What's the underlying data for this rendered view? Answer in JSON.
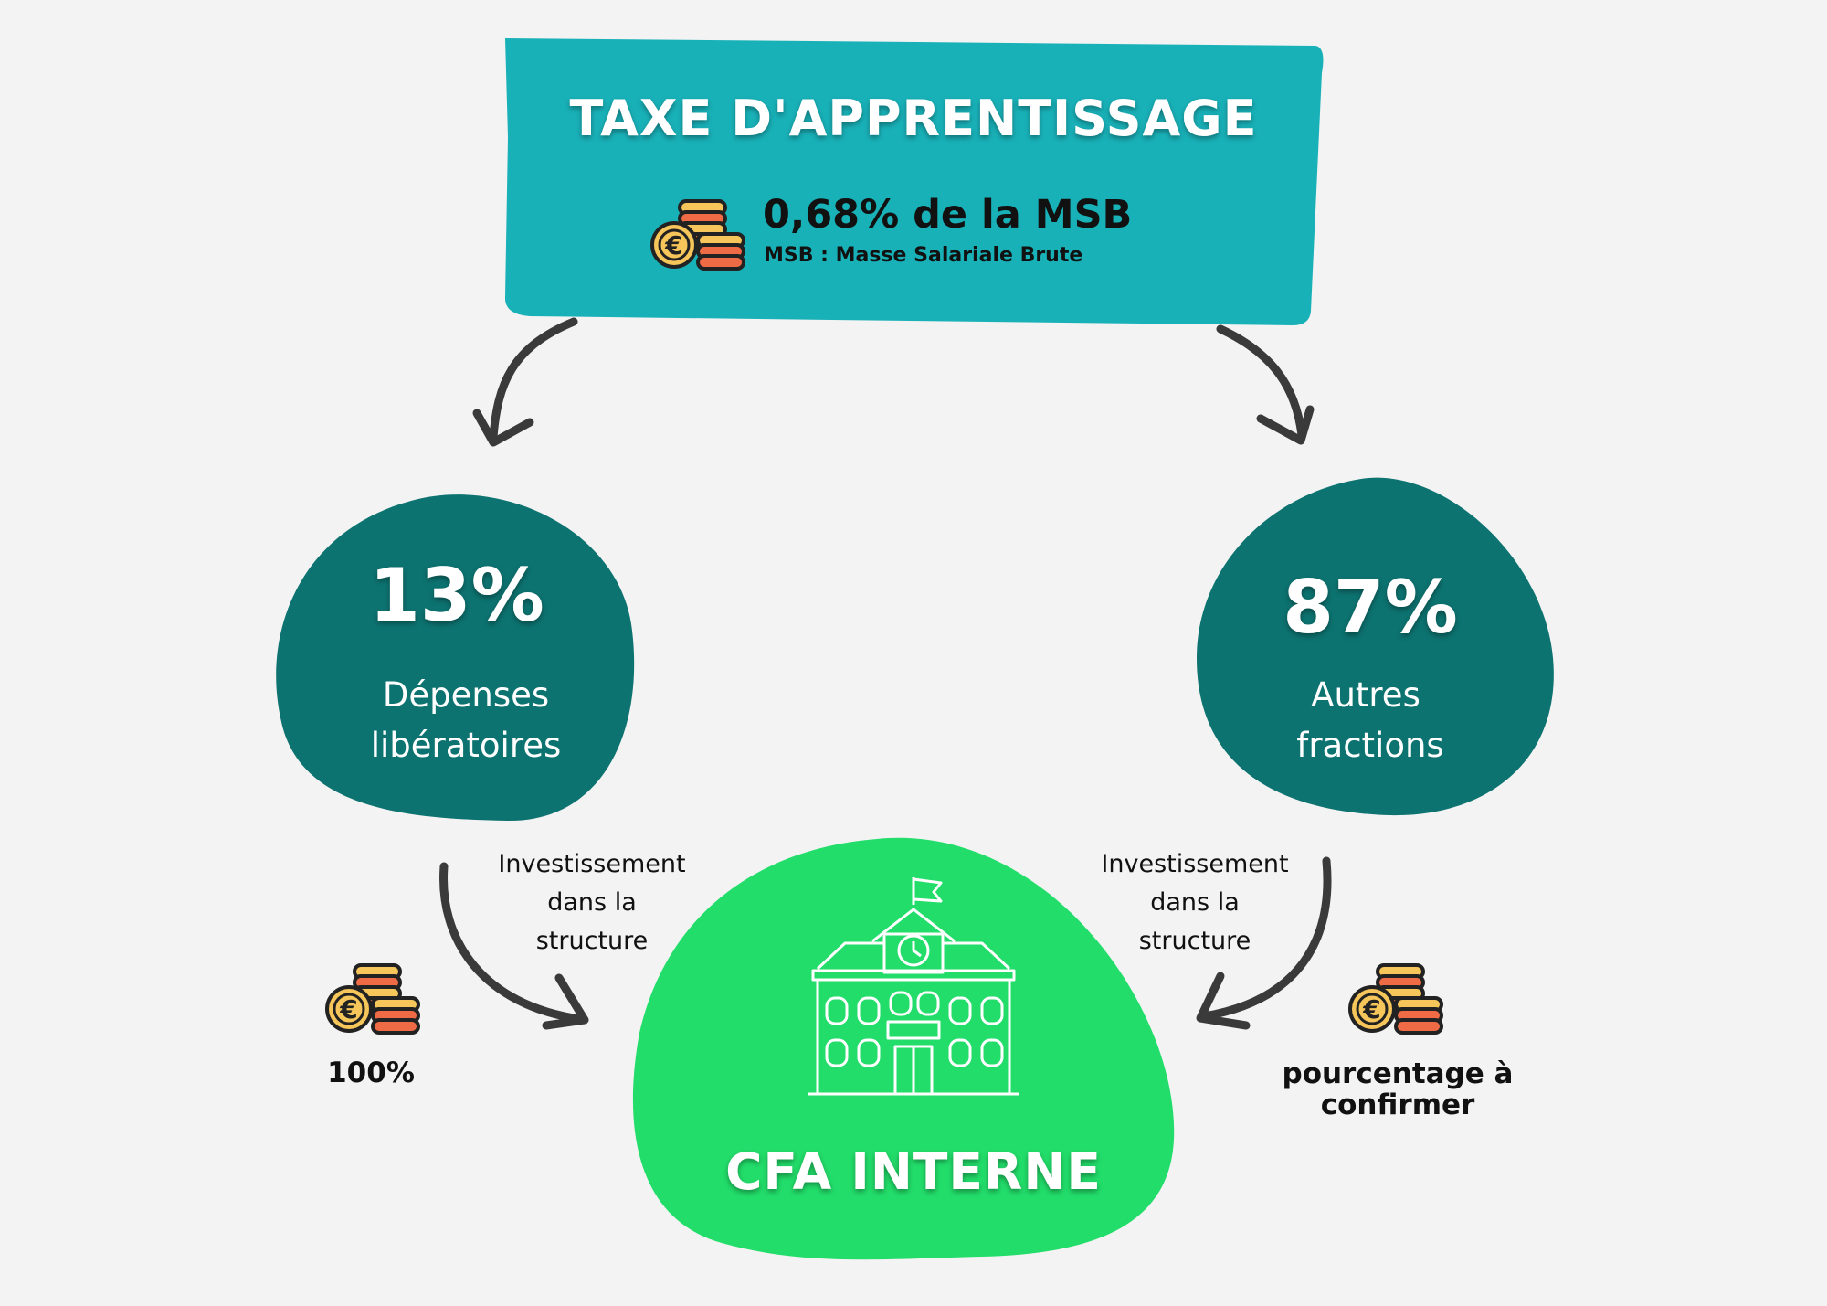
{
  "header": {
    "title": "TAXE D'APPRENTISSAGE",
    "rate": "0,68% de la MSB",
    "rate_note": "MSB : Masse Salariale Brute"
  },
  "left_blob": {
    "percent": "13%",
    "label_line1": "Dépenses",
    "label_line2": "libératoires"
  },
  "right_blob": {
    "percent": "87%",
    "label_line1": "Autres",
    "label_line2": "fractions"
  },
  "left_flow": {
    "note_line1": "Investissement",
    "note_line2": "dans la",
    "note_line3": "structure",
    "share": "100%"
  },
  "right_flow": {
    "note_line1": "Investissement",
    "note_line2": "dans la",
    "note_line3": "structure",
    "share_line1": "pourcentage à",
    "share_line2": "confirmer"
  },
  "target": {
    "label": "CFA INTERNE"
  },
  "icons": [
    "coins-euro-icon",
    "school-building-icon",
    "curved-arrow-icon"
  ],
  "colors": {
    "header_teal": "#19b1b8",
    "blob_teal": "#0d7370",
    "target_green": "#22dd6a",
    "arrow": "#3a3a3a",
    "coin_gold": "#f7c65a",
    "coin_red": "#ef6b45",
    "background": "#f3f3f3"
  }
}
